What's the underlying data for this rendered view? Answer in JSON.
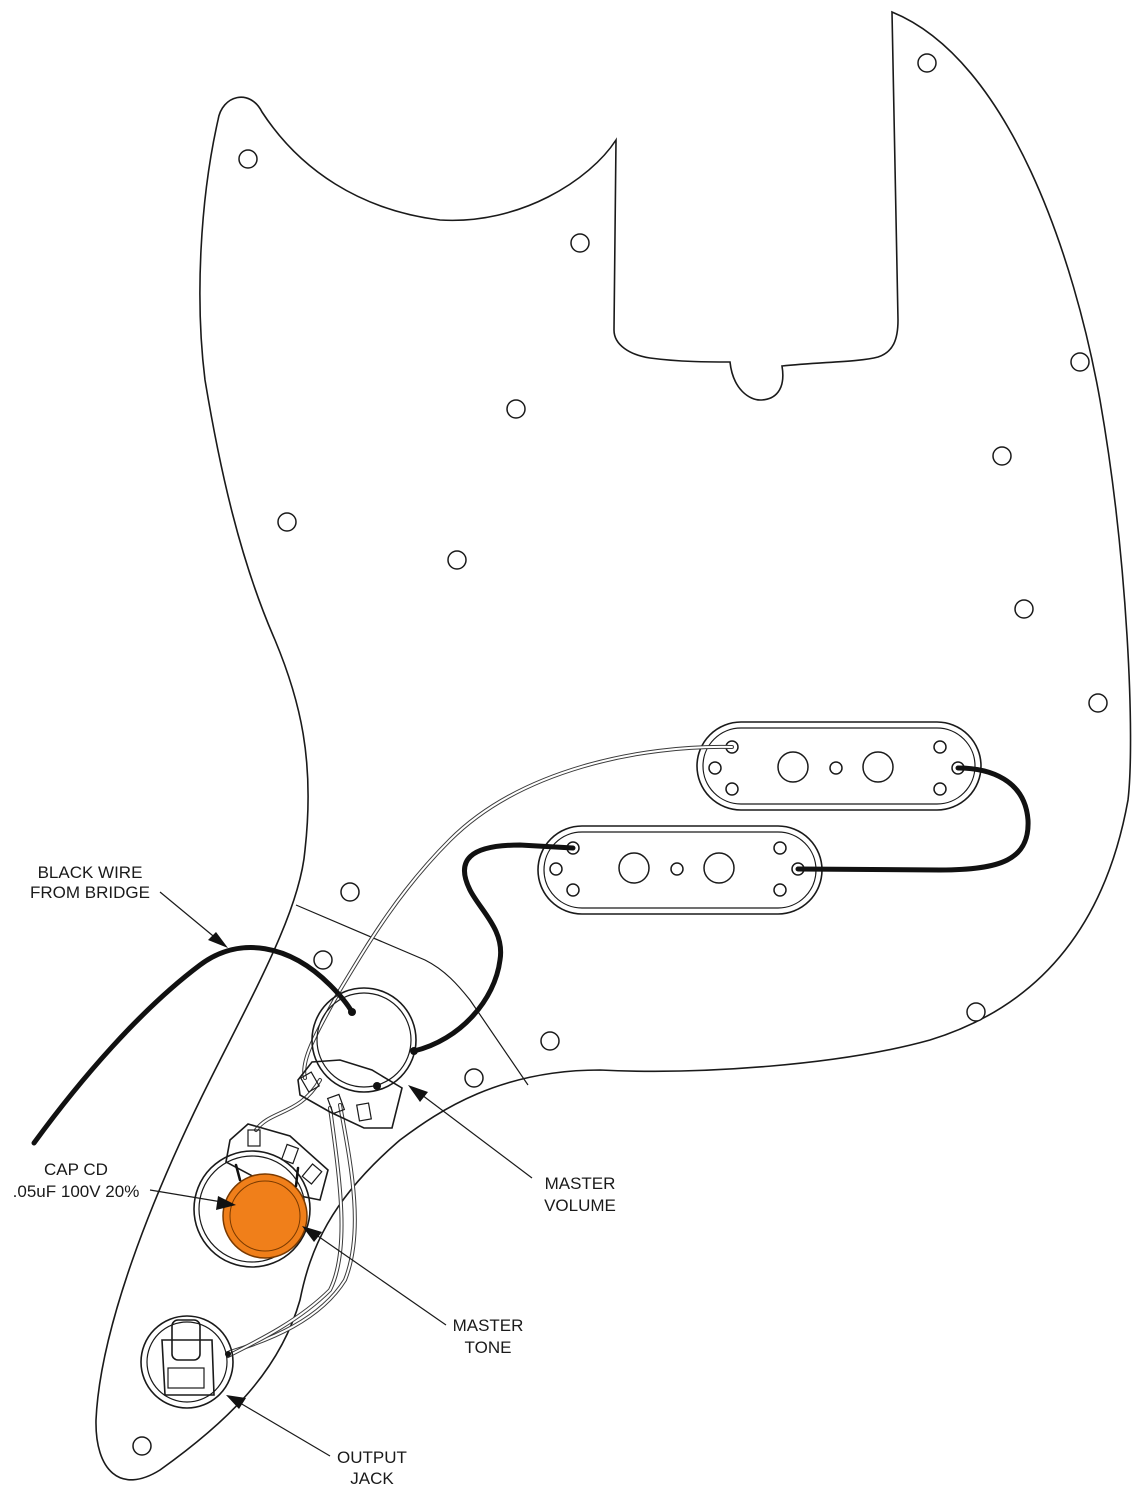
{
  "labels": {
    "black_wire_line1": "BLACK WIRE",
    "black_wire_line2": "FROM BRIDGE",
    "cap_line1": "CAP CD",
    "cap_line2": ".05uF 100V 20%",
    "master_volume_line1": "MASTER",
    "master_volume_line2": "VOLUME",
    "master_tone_line1": "MASTER",
    "master_tone_line2": "TONE",
    "output_jack_line1": "OUTPUT",
    "output_jack_line2": "JACK"
  },
  "colors": {
    "capacitor": "#f07f1a",
    "capacitor_ring": "#7a3a00",
    "wire_black": "#111111",
    "line": "#1a1a1a"
  },
  "components": {
    "volume_pot": "master-volume-pot",
    "tone_pot": "master-tone-pot",
    "capacitor": "ceramic-disc-capacitor",
    "jack": "output-jack",
    "pickup_upper": "pickup-bridge",
    "pickup_lower": "pickup-neck"
  }
}
